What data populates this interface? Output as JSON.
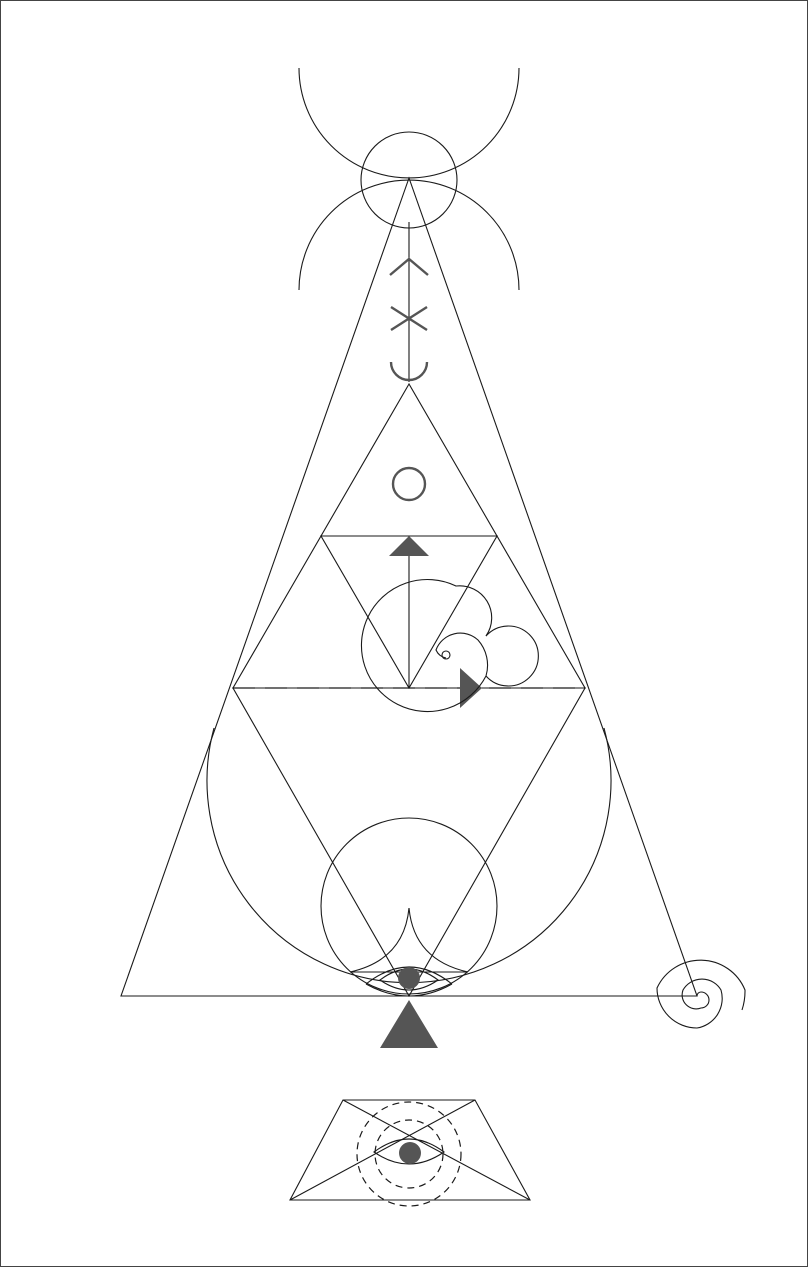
{
  "colors": {
    "background": "#ffffff",
    "line": "#1a1a1a",
    "fill": "#555555",
    "frame": "#444444"
  },
  "diagram": {
    "symbols": [
      "opposed-crescents",
      "angle-sign",
      "cross-sign",
      "cup-sign",
      "small-circle",
      "up-arrow",
      "right-arrow",
      "spiral",
      "all-seeing-eye",
      "filled-triangle"
    ]
  }
}
